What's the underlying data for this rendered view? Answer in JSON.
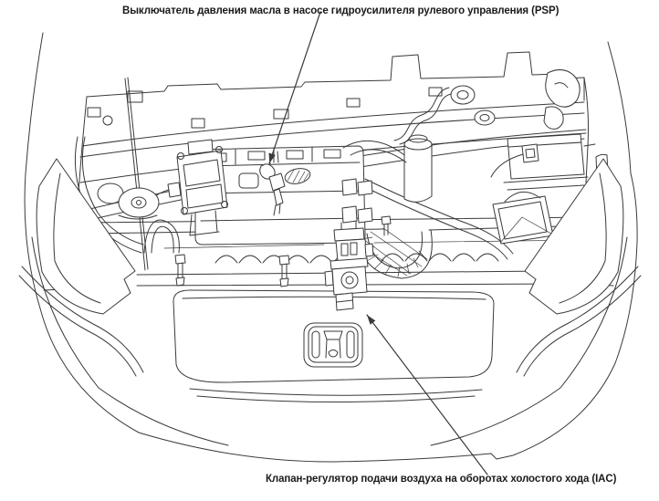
{
  "diagram": {
    "type": "engine-bay-component-location-drawing",
    "labels": {
      "psp": "Выключатель давления масла в насосе гидроусилителя рулевого управления (PSP)",
      "iac": "Клапан-регулятор подачи воздуха на оборотах холостого хода (IAC)"
    },
    "icons": {
      "honda_logo": "honda-h-badge"
    },
    "colors": {
      "line": "#3a3a3a",
      "text": "#1a1a1a",
      "background": "#ffffff"
    }
  }
}
